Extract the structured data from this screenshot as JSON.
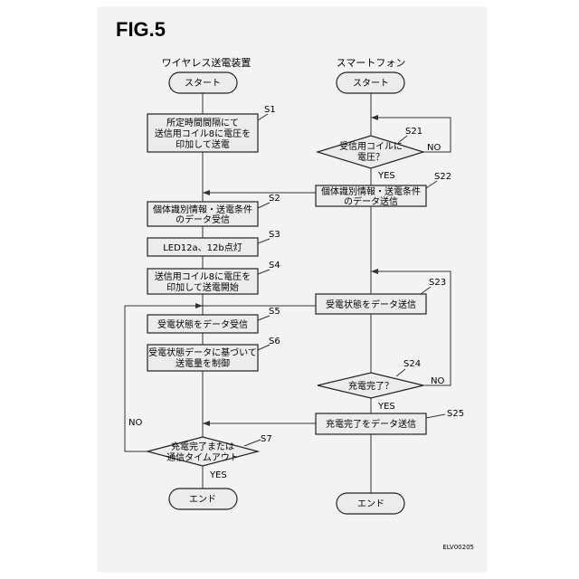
{
  "figure_label": "FIG.5",
  "columns": {
    "left": "ワイヤレス送電装置",
    "right": "スマートフォン"
  },
  "left": {
    "start": "スタート",
    "s1": {
      "step": "S1",
      "lines": [
        "所定時間間隔にて",
        "送信用コイル8に電圧を",
        "印加して送電"
      ]
    },
    "s2": {
      "step": "S2",
      "lines": [
        "個体識別情報・送電条件",
        "のデータ受信"
      ]
    },
    "s3": {
      "step": "S3",
      "lines": [
        "LED12a、12b点灯"
      ]
    },
    "s4": {
      "step": "S4",
      "lines": [
        "送信用コイル8に電圧を",
        "印加して送電開始"
      ]
    },
    "s5": {
      "step": "S5",
      "lines": [
        "受電状態をデータ受信"
      ]
    },
    "s6": {
      "step": "S6",
      "lines": [
        "受電状態データに基づいて",
        "送電量を制御"
      ]
    },
    "s7": {
      "step": "S7",
      "lines": [
        "充電完了または",
        "通信タイムアウト"
      ]
    },
    "no": "NO",
    "yes": "YES",
    "end": "エンド"
  },
  "right": {
    "start": "スタート",
    "s21": {
      "step": "S21",
      "lines": [
        "受信用コイルに",
        "電圧？"
      ]
    },
    "s22": {
      "step": "S22",
      "lines": [
        "個体識別情報・送電条件",
        "のデータ送信"
      ]
    },
    "s23": {
      "step": "S23",
      "lines": [
        "受電状態をデータ送信"
      ]
    },
    "s24": {
      "step": "S24",
      "lines": [
        "充電完了？"
      ]
    },
    "s25": {
      "step": "S25",
      "lines": [
        "充電完了をデータ送信"
      ]
    },
    "no21": "NO",
    "yes21": "YES",
    "no24": "NO",
    "yes24": "YES",
    "end": "エンド"
  },
  "doc_code": "ELV00205"
}
